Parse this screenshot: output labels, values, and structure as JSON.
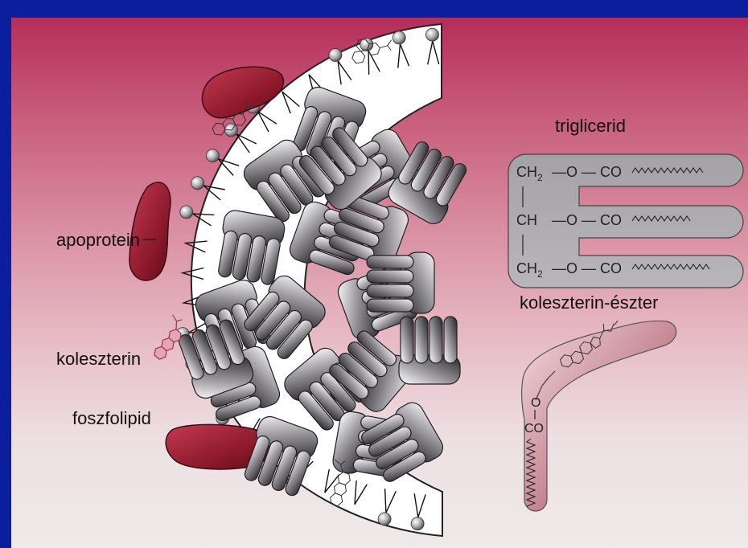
{
  "labels": {
    "apoprotein": "apoprotein",
    "kolseszterin": "koleszterin",
    "foszfolipid": "foszfolipid",
    "triglicerid": "triglicerid",
    "koleszterin_eszter": "koleszterin-észter"
  },
  "triglyceride_formula": {
    "row1_carbon": "CH",
    "row1_sub": "2",
    "row1_ester": "—O — CO",
    "row2_carbon": "CH",
    "row2_ester": "—O — CO",
    "row3_carbon": "CH",
    "row3_sub": "2",
    "row3_ester": "—O — CO"
  },
  "cholesterol_ester_formula": {
    "o": "O",
    "co": "CO"
  },
  "colors": {
    "frame_blue": "#0b1f9e",
    "apoprotein_red": "#8e1a2c",
    "gradient_top": "#b42e5a",
    "gradient_bottom": "#eeeae9"
  }
}
